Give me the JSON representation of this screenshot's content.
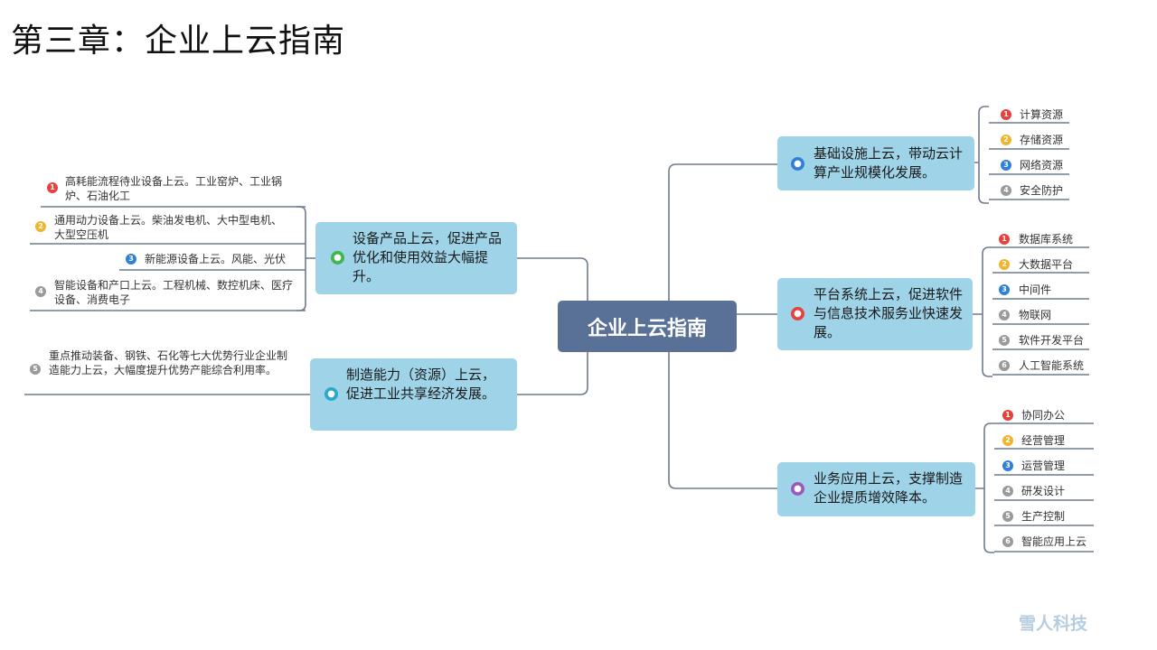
{
  "title": "第三章：企业上云指南",
  "brand": "雪人科技",
  "center": "企业上云指南",
  "colors": {
    "center_fill": "#5a7197",
    "node_fill": "#9ed3e8",
    "line": "#6f7b8c",
    "num1": "#e8403b",
    "num2": "#f0b52b",
    "num3": "#2f80d8",
    "num_other": "#9a9a9a"
  },
  "right": {
    "infra": {
      "icon": "user-icon",
      "text": "基础设施上云，带动云计算产业规模化发展。",
      "items": [
        "计算资源",
        "存储资源",
        "网络资源",
        "安全防护"
      ]
    },
    "platform": {
      "icon": "user-icon",
      "text": "平台系统上云，促进软件与信息技术服务业快速发展。",
      "items": [
        "数据库系统",
        "大数据平台",
        "中间件",
        "物联网",
        "软件开发平台",
        "人工智能系统"
      ]
    },
    "business": {
      "icon": "user-icon",
      "text": "业务应用上云，支撑制造企业提质增效降本。",
      "items": [
        "协同办公",
        "经营管理",
        "运营管理",
        "研发设计",
        "生产控制",
        "智能应用上云"
      ]
    }
  },
  "left": {
    "equipment": {
      "icon": "user-icon",
      "text": "设备产品上云，促进产品优化和使用效益大幅提升。",
      "items": [
        "高耗能流程待业设备上云。工业窑炉、工业锅炉、石油化工",
        "通用动力设备上云。柴油发电机、大中型电机、大型空压机",
        "新能源设备上云。风能、光伏",
        "智能设备和产口上云。工程机械、数控机床、医疗设备、消费电子"
      ]
    },
    "manufacturing": {
      "icon": "user-icon",
      "text": "制造能力（资源）上云，促进工业共享经济发展。",
      "items": [
        "重点推动装备、钢铁、石化等七大优势行业企业制造能力上云，大幅度提升优势产能综合利用率。"
      ]
    }
  }
}
